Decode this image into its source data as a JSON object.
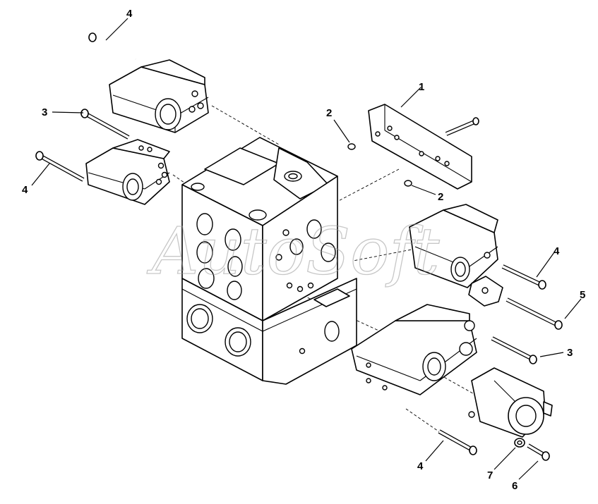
{
  "watermark": "AutoSoft",
  "callouts": [
    {
      "id": "c4a",
      "label": "4"
    },
    {
      "id": "c3a",
      "label": "3"
    },
    {
      "id": "c4b",
      "label": "4"
    },
    {
      "id": "c2a",
      "label": "2"
    },
    {
      "id": "c1",
      "label": "1"
    },
    {
      "id": "c2b",
      "label": "2"
    },
    {
      "id": "c4c",
      "label": "4"
    },
    {
      "id": "c5",
      "label": "5"
    },
    {
      "id": "c3b",
      "label": "3"
    },
    {
      "id": "c4d",
      "label": "4"
    },
    {
      "id": "c7",
      "label": "7"
    },
    {
      "id": "c6",
      "label": "6"
    }
  ]
}
